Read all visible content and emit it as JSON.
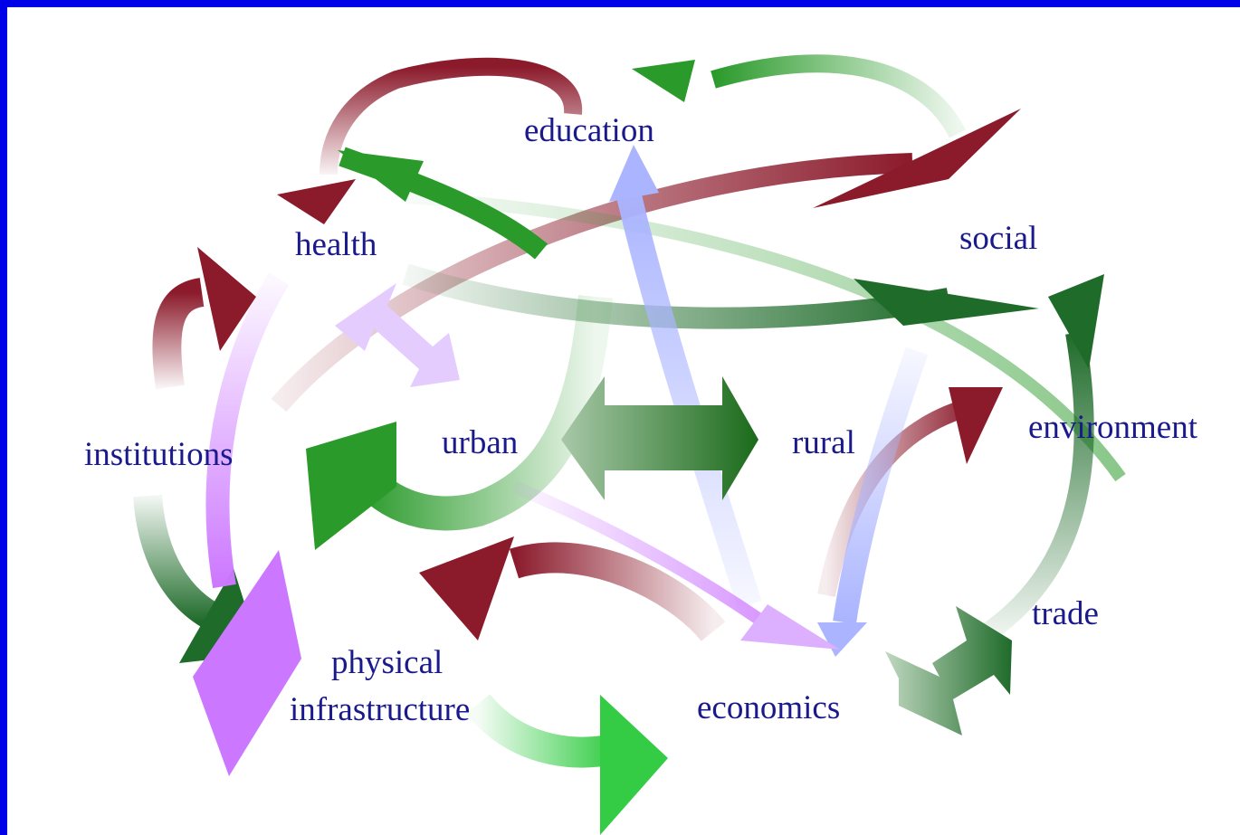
{
  "diagram": {
    "labels": {
      "education": "education",
      "health": "health",
      "social": "social",
      "institutions": "institutions",
      "urban": "urban",
      "rural": "rural",
      "environment": "environment",
      "physical": "physical",
      "infrastructure": "infrastructure",
      "economics": "economics",
      "trade": "trade"
    },
    "colors": {
      "frame": "#0000e8",
      "text": "#1a1a8c",
      "maroon": "#8b1a2b",
      "dark_green": "#1f6b2a",
      "green": "#2a9a2a",
      "bright_green": "#33cc44",
      "violet": "#cc77ff",
      "periwinkle": "#aab4ff"
    }
  }
}
